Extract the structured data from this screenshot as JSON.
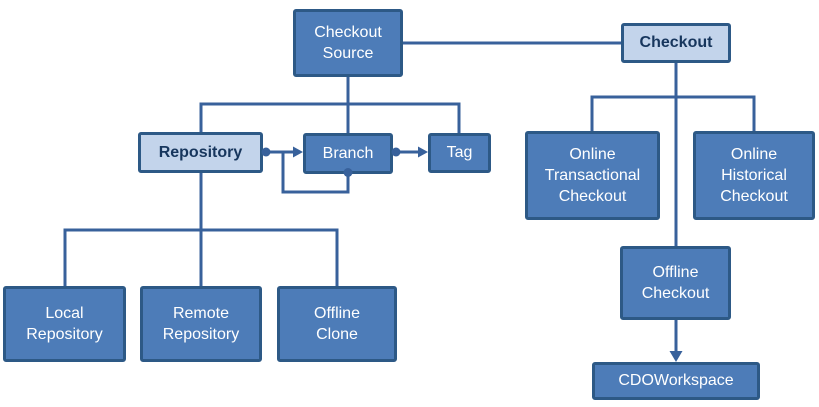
{
  "colors": {
    "node_fill": "#4d7cb8",
    "node_border": "#2d5986",
    "node_text": "#ffffff",
    "highlight_fill": "#c3d4eb",
    "highlight_text": "#17365d",
    "connector": "#38619b",
    "page_bg": "#ffffff"
  },
  "nodes": {
    "checkout_source": {
      "label": "Checkout\nSource"
    },
    "checkout": {
      "label": "Checkout"
    },
    "repository": {
      "label": "Repository"
    },
    "branch": {
      "label": "Branch"
    },
    "tag": {
      "label": "Tag"
    },
    "online_transactional_checkout": {
      "label": "Online\nTransactional\nCheckout"
    },
    "online_historical_checkout": {
      "label": "Online\nHistorical\nCheckout"
    },
    "offline_checkout": {
      "label": "Offline\nCheckout"
    },
    "cdo_workspace": {
      "label": "CDOWorkspace"
    },
    "local_repository": {
      "label": "Local\nRepository"
    },
    "remote_repository": {
      "label": "Remote\nRepository"
    },
    "offline_clone": {
      "label": "Offline\nClone"
    }
  }
}
